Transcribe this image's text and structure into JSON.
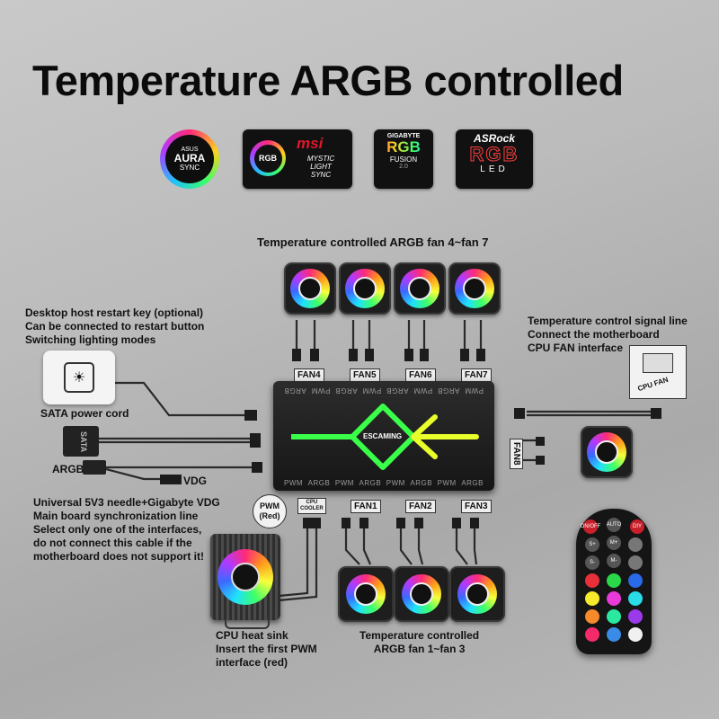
{
  "title": "Temperature ARGB controlled",
  "brands": {
    "asus": {
      "top": "ASUS",
      "line1": "AURA",
      "line2": "SYNC"
    },
    "msi": {
      "badge": "RGB",
      "name": "msi",
      "line1": "MYSTIC",
      "line2": "LIGHT",
      "line3": "SYNC"
    },
    "gigabyte": {
      "top": "GIGABYTE",
      "line1": "RGB",
      "line2": "FUSION",
      "line3": "2.0"
    },
    "asrock": {
      "top": "ASRock",
      "line1": "RGB",
      "line2": "LED"
    }
  },
  "labels": {
    "fans_top": "Temperature controlled ARGB fan 4~fan 7",
    "restart1": "Desktop host restart key (optional)",
    "restart2": "Can be connected to restart button",
    "restart3": "Switching lighting modes",
    "signal1": "Temperature control signal line",
    "signal2": "Connect the motherboard",
    "signal3": "CPU FAN interface",
    "cpu_fan_tag": "CPU FAN",
    "sata": "SATA power cord",
    "sata_plug": "SATA",
    "argb": "ARGB",
    "vdg": "VDG",
    "universal1": "Universal 5V3 needle+Gigabyte VDG",
    "universal2": "Main board synchronization line",
    "universal3": "Select only one of the interfaces,",
    "universal4": "do not connect this cable if the",
    "universal5": "motherboard does not support it!",
    "pwm1": "PWM",
    "pwm2": "(Red)",
    "cpu_cooler1": "CPU",
    "cpu_cooler2": "COOLER",
    "cpu1": "CPU heat sink",
    "cpu2": "Insert the first PWM",
    "cpu3": "interface (red)",
    "fans_bottom1": "Temperature controlled",
    "fans_bottom2": "ARGB fan 1~fan 3",
    "brand": "ESCAMING"
  },
  "fans_top": [
    "FAN4",
    "FAN5",
    "FAN6",
    "FAN7"
  ],
  "fans_bottom": [
    "FAN1",
    "FAN2",
    "FAN3"
  ],
  "fan_right": "FAN8",
  "hub_top_text": [
    "PWM",
    "ARGB",
    "PWM",
    "ARGB",
    "PWM",
    "ARGB",
    "PWM",
    "ARGB"
  ],
  "hub_bottom_text": [
    "PWM",
    "ARGB",
    "PWM",
    "ARGB",
    "PWM",
    "ARGB",
    "PWM",
    "ARGB"
  ],
  "remote": {
    "onoff": "ON/OFF",
    "auto": "AUTO",
    "diy": "DIY",
    "s_plus": "S+",
    "m_plus": "M+",
    "s_minus": "S-",
    "m_minus": "M-"
  },
  "colors": {
    "accent_green": "#3aff4a",
    "accent_yellow": "#e8ff2a"
  }
}
